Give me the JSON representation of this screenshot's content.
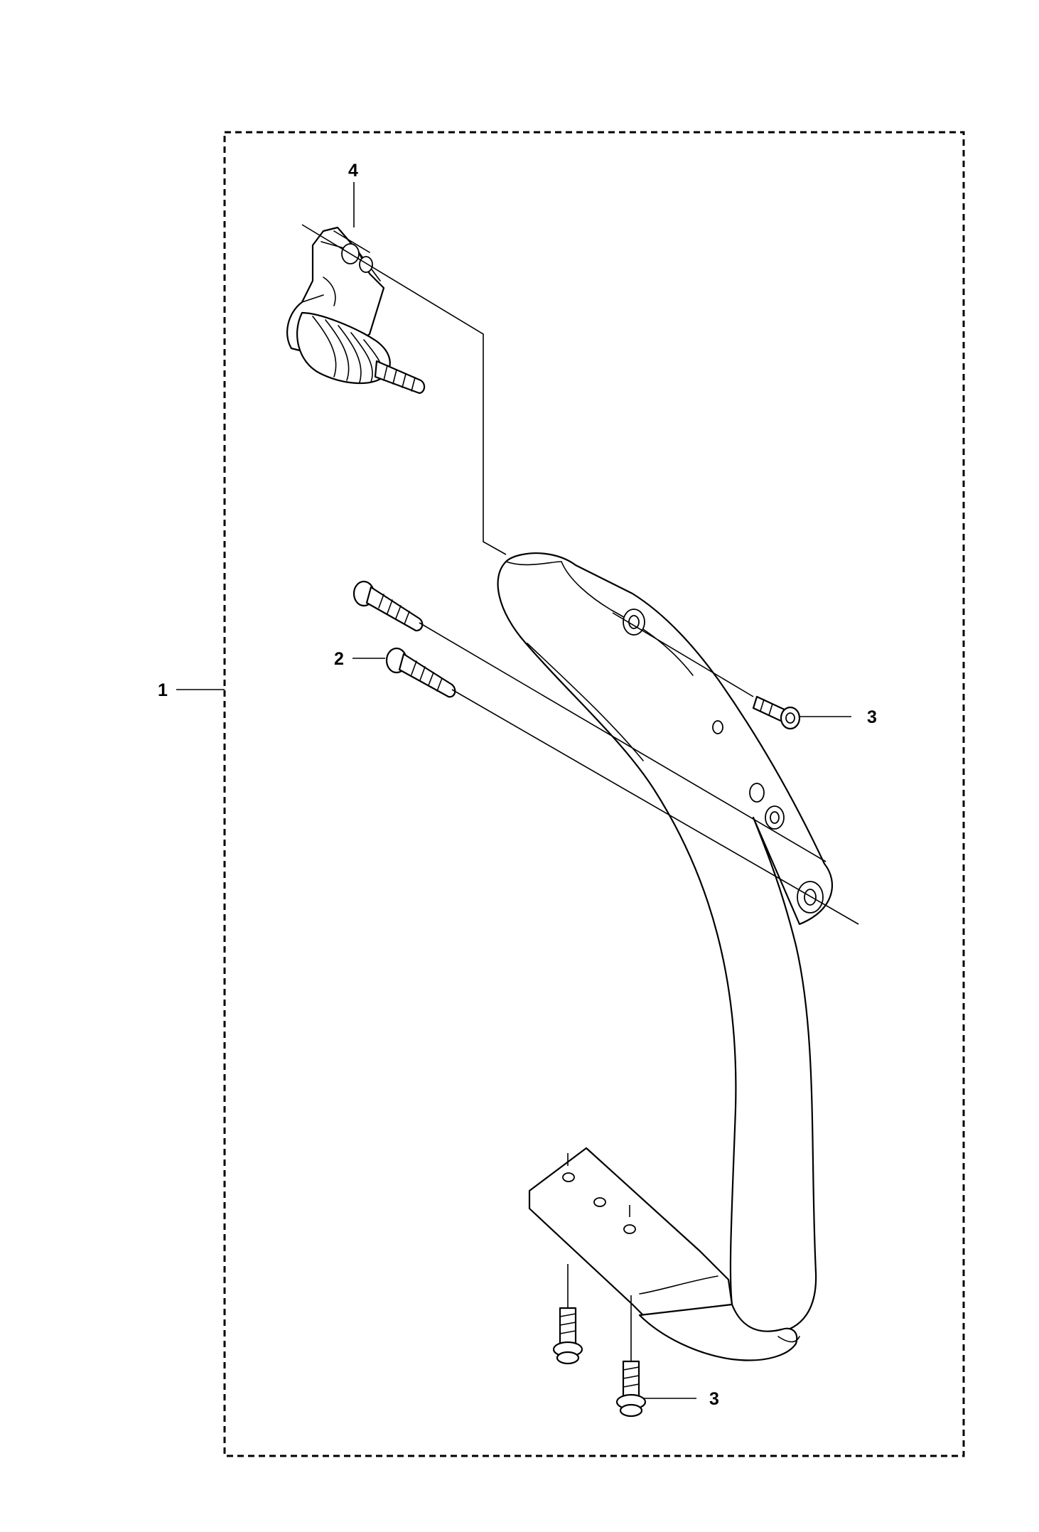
{
  "callouts": {
    "assembly": "1",
    "screw_left": "2",
    "screw_right": "3",
    "screw_bottom": "3",
    "anti_vibration_element": "4"
  },
  "colors": {
    "line": "#000000",
    "background": "#ffffff"
  }
}
